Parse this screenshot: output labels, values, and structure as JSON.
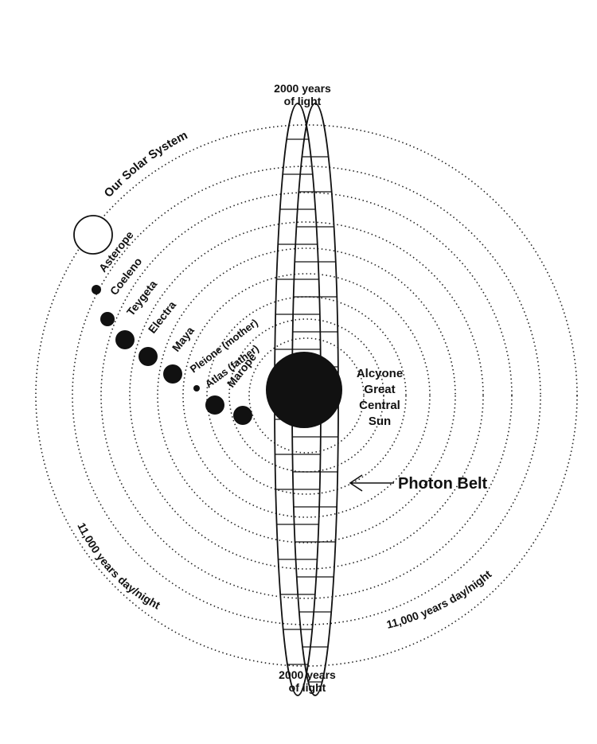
{
  "top_label": {
    "line1": "2000 years",
    "line2": "of light"
  },
  "bottom_label": {
    "line1": "2000 years",
    "line2": "of light"
  },
  "solar_system_label": "Our Solar System",
  "stars": [
    {
      "name": "Asterope"
    },
    {
      "name": "Coeleno"
    },
    {
      "name": "Teygeta"
    },
    {
      "name": "Electra"
    },
    {
      "name": "Maya"
    },
    {
      "name": "Pleione (mother)"
    },
    {
      "name": "Atlas (father)"
    },
    {
      "name": "Marope"
    }
  ],
  "central_sun": {
    "line1": "Alcyone",
    "line2": "Great",
    "line3": "Central",
    "line4": "Sun"
  },
  "photon_belt_label": "Photon Belt",
  "cycle_left": "11,000 years day/night",
  "cycle_right": "11,000 years day/night",
  "colors": {
    "ink": "#111111",
    "background": "#ffffff"
  }
}
